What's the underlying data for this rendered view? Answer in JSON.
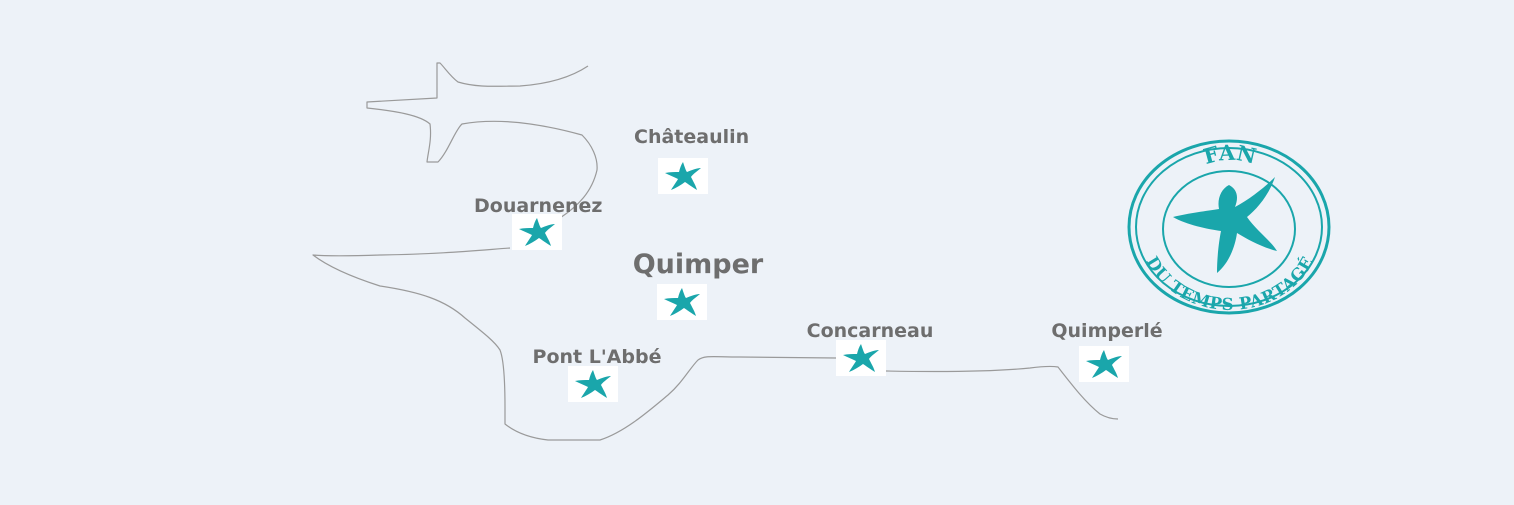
{
  "map": {
    "colors": {
      "background": "#edf2f8",
      "coastline": "#9a9a9a",
      "label": "#6e6e6e",
      "accent": "#1aa6ab",
      "marker_bg": "#ffffff"
    },
    "cities": [
      {
        "id": "chateaulin",
        "name": "Châteaulin",
        "icon": "starfish-icon"
      },
      {
        "id": "douarnenez",
        "name": "Douarnenez",
        "icon": "starfish-icon"
      },
      {
        "id": "quimper",
        "name": "Quimper",
        "icon": "starfish-icon"
      },
      {
        "id": "pont-l-abbe",
        "name": "Pont L'Abbé",
        "icon": "starfish-icon"
      },
      {
        "id": "concarneau",
        "name": "Concarneau",
        "icon": "starfish-icon"
      },
      {
        "id": "quimperle",
        "name": "Quimperlé",
        "icon": "starfish-icon"
      }
    ],
    "stamp": {
      "top_text": "FAN",
      "bottom_text": "DU TEMPS PARTAGÉ",
      "icon": "starfish-stamp-icon"
    }
  }
}
